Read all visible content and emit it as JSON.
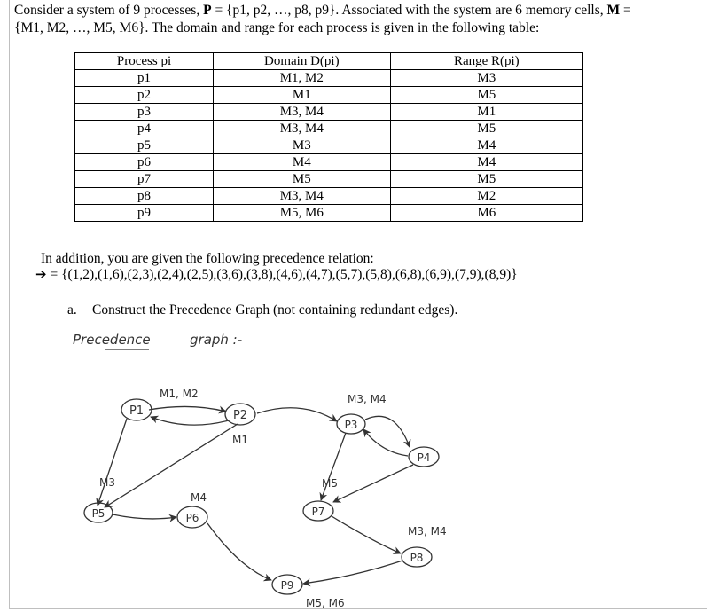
{
  "intro": {
    "line1_prefix": "Consider a system of 9 processes, ",
    "line1_P": "P",
    "line1_mid": " = {p1, p2, …, p8, p9}. Associated with the system are 6 memory cells, ",
    "line1_M": "M",
    "line1_suffix": " =",
    "line2": "{M1, M2, …, M5, M6}. The domain and range for each process is given in the following table:"
  },
  "table": {
    "headers": [
      "Process pi",
      "Domain D(pi)",
      "Range R(pi)"
    ],
    "rows": [
      [
        "p1",
        "M1, M2",
        "M3"
      ],
      [
        "p2",
        "M1",
        "M5"
      ],
      [
        "p3",
        "M3, M4",
        "M1"
      ],
      [
        "p4",
        "M3, M4",
        "M5"
      ],
      [
        "p5",
        "M3",
        "M4"
      ],
      [
        "p6",
        "M4",
        "M4"
      ],
      [
        "p7",
        "M5",
        "M5"
      ],
      [
        "p8",
        "M3, M4",
        "M2"
      ],
      [
        "p9",
        "M5, M6",
        "M6"
      ]
    ]
  },
  "addition": "In addition, you are given the following precedence relation:",
  "relation": {
    "arrow": "➔",
    "text": " = {(1,2),(1,6),(2,3),(2,4),(2,5),(3,6),(3,8),(4,6),(4,7),(5,7),(5,8),(6,8),(6,9),(7,9),(8,9)}"
  },
  "task": {
    "marker": "a.",
    "text": "Construct the Precedence Graph (not containing redundant edges)."
  },
  "handwritten": {
    "heading_word1": "Precedence",
    "heading_word2": "graph :-",
    "nodes": [
      "P1",
      "P2",
      "P3",
      "P4",
      "P5",
      "P6",
      "P7",
      "P8",
      "P9"
    ],
    "edge_labels": {
      "p1_p2": "M1, M2",
      "p2_p1": "M1",
      "p1_p5": "M3",
      "p5_p6": "M4",
      "p2_p3": "M3, M4",
      "p3_p7": "M5",
      "p7_p8": "M3, M4",
      "p6_p9": "M5, M6"
    }
  }
}
